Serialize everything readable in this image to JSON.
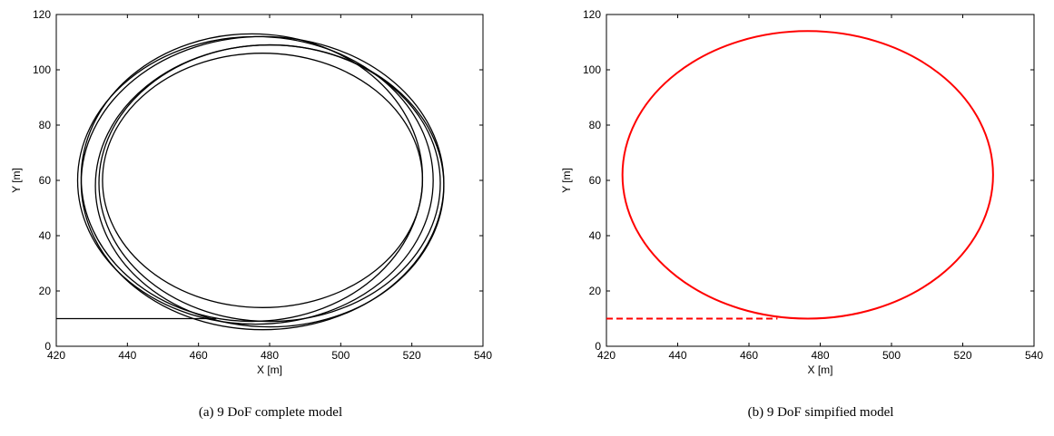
{
  "chart_data": [
    {
      "type": "line",
      "caption": "(a)  9 DoF complete model",
      "xlabel": "X [m]",
      "ylabel": "Y [m]",
      "xlim": [
        420,
        540
      ],
      "ylim": [
        0,
        120
      ],
      "x_ticks": [
        420,
        440,
        460,
        480,
        500,
        520,
        540
      ],
      "y_ticks": [
        0,
        20,
        40,
        60,
        80,
        100,
        120
      ],
      "grid": false,
      "series": [
        {
          "color": "#000000",
          "style": "solid",
          "approach": {
            "x": [
              420,
              465
            ],
            "y": [
              10,
              10
            ]
          },
          "loops": [
            {
              "cx": 475,
              "cy": 61,
              "rx": 48,
              "ry": 52,
              "start_x": 465,
              "start_y": 10
            },
            {
              "cx": 476,
              "cy": 60,
              "rx": 50,
              "ry": 52
            },
            {
              "cx": 478,
              "cy": 59,
              "rx": 51,
              "ry": 53
            },
            {
              "cx": 480,
              "cy": 58,
              "rx": 49,
              "ry": 51
            },
            {
              "cx": 480,
              "cy": 59,
              "rx": 48,
              "ry": 50
            },
            {
              "cx": 478,
              "cy": 60,
              "rx": 45,
              "ry": 46,
              "end_x": 447,
              "end_y": 90
            }
          ]
        }
      ]
    },
    {
      "type": "line",
      "caption": "(b)  9 DoF simpified model",
      "xlabel": "X [m]",
      "ylabel": "Y [m]",
      "xlim": [
        420,
        540
      ],
      "ylim": [
        0,
        120
      ],
      "x_ticks": [
        420,
        440,
        460,
        480,
        500,
        520,
        540
      ],
      "y_ticks": [
        0,
        20,
        40,
        60,
        80,
        100,
        120
      ],
      "grid": false,
      "series": [
        {
          "color": "#ff0000",
          "style": "dashed",
          "x": [
            420,
            468
          ],
          "y": [
            10,
            10
          ]
        },
        {
          "color": "#ff0000",
          "style": "solid",
          "loops": [
            {
              "cx": 476.5,
              "cy": 62,
              "rx": 52,
              "ry": 52
            }
          ]
        }
      ]
    }
  ]
}
